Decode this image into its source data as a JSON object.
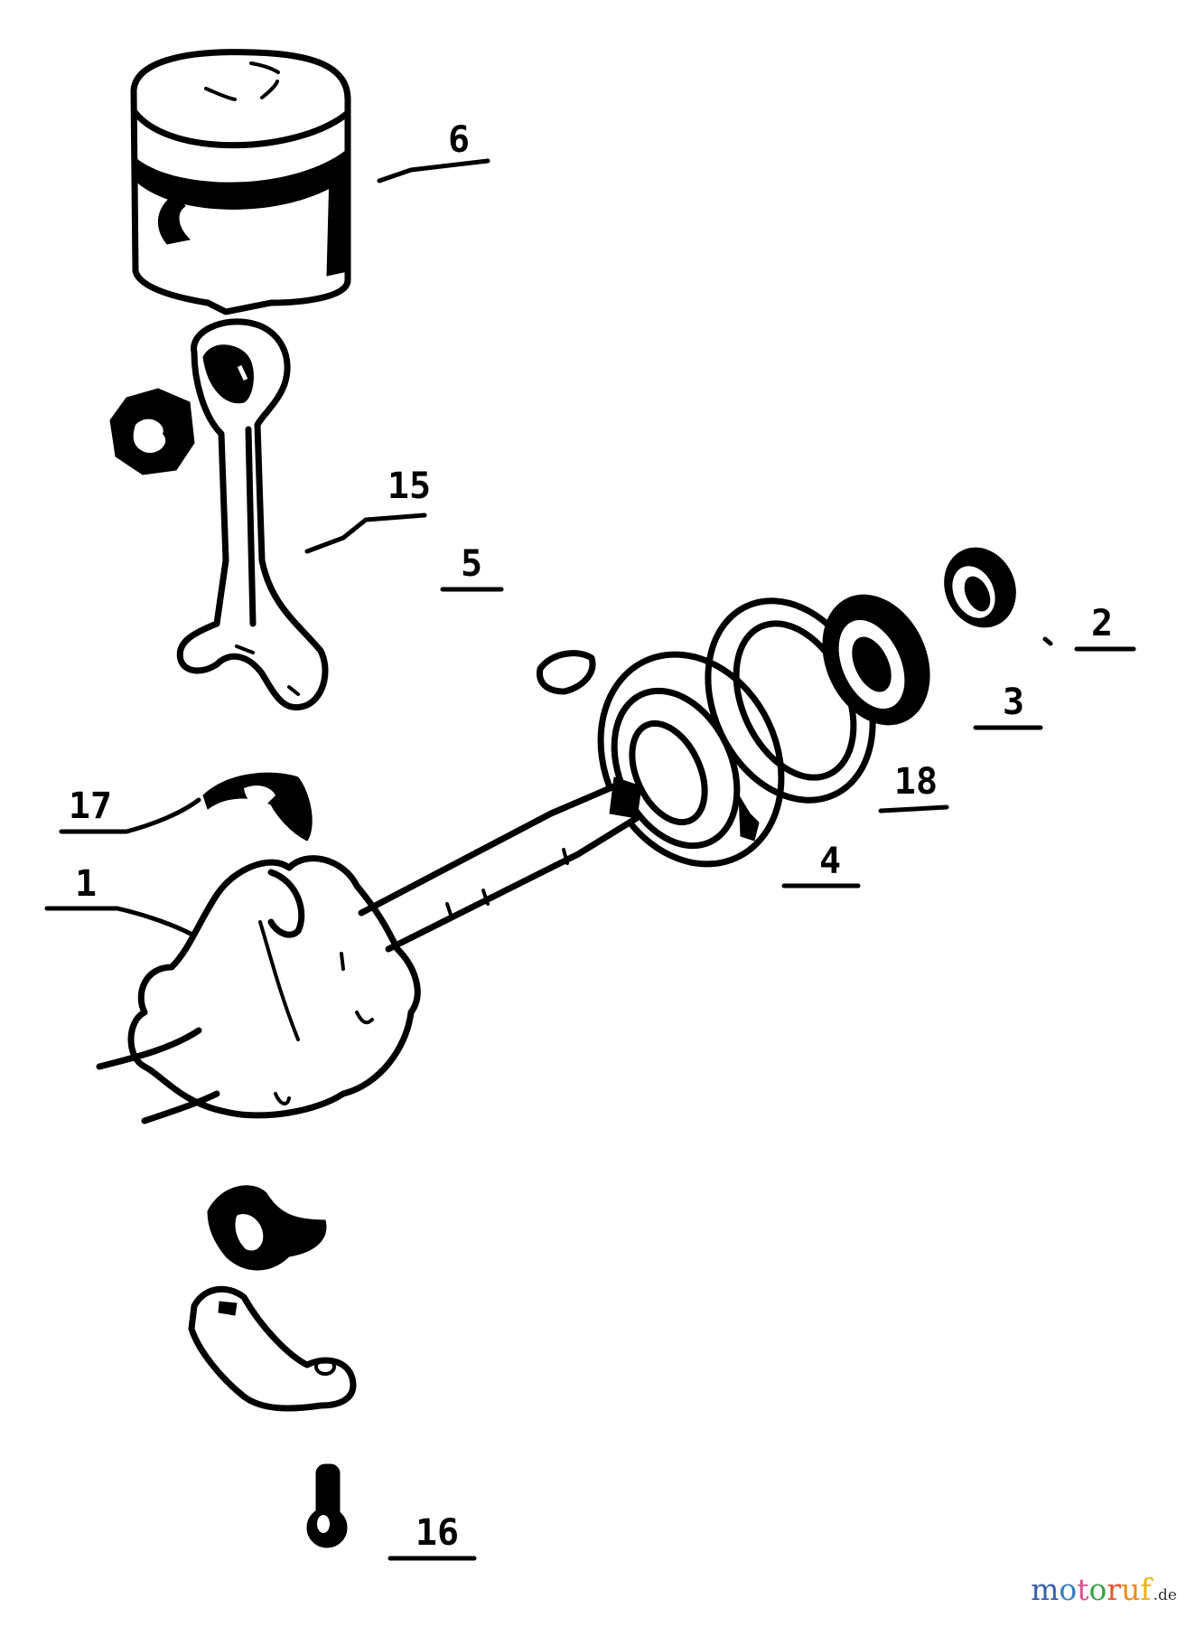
{
  "diagram": {
    "type": "exploded-parts-drawing",
    "subject": "piston, connecting rod and crankshaft assembly",
    "callouts": [
      {
        "id": "6",
        "label": "6",
        "part": "piston"
      },
      {
        "id": "15",
        "label": "15",
        "part": "connecting-rod"
      },
      {
        "id": "5",
        "label": "5",
        "part": "piston-pin-nut"
      },
      {
        "id": "2",
        "label": "2",
        "part": "small-ring"
      },
      {
        "id": "3",
        "label": "3",
        "part": "ball-bearing"
      },
      {
        "id": "18",
        "label": "18",
        "part": "shim-ring"
      },
      {
        "id": "4",
        "label": "4",
        "part": "crankshaft-bearing"
      },
      {
        "id": "17",
        "label": "17",
        "part": "upper-bearing-shell"
      },
      {
        "id": "1",
        "label": "1",
        "part": "crankshaft"
      },
      {
        "id": "16",
        "label": "16",
        "part": "cap-screw"
      }
    ]
  },
  "watermark": {
    "letters": [
      {
        "char": "m",
        "color": "#3a5fa8"
      },
      {
        "char": "o",
        "color": "#3a7fbf"
      },
      {
        "char": "t",
        "color": "#d9508c"
      },
      {
        "char": "o",
        "color": "#3aa04a"
      },
      {
        "char": "r",
        "color": "#e2562e"
      },
      {
        "char": "u",
        "color": "#f08a1c"
      },
      {
        "char": "f",
        "color": "#e8b20f"
      }
    ],
    "suffix": ".de"
  }
}
